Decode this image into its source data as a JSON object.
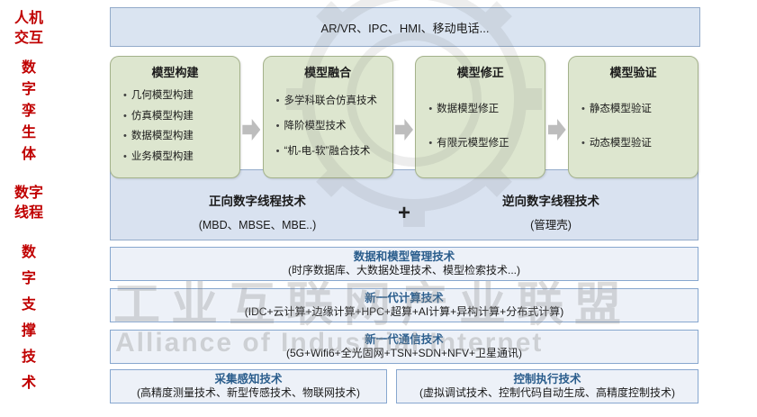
{
  "colors": {
    "side_label_red": "#c00000",
    "green_box_fill": "#dde6cf",
    "green_box_border": "#a4b28b",
    "blue_band_fill": "#d9e2f0",
    "blue_band_border": "#93abca",
    "row_fill": "#edf1f8",
    "row_border": "#87a7cf",
    "row_title_blue": "#2a5d8c",
    "arrow_gray": "#bdbdbd"
  },
  "sidebar": {
    "labels": [
      {
        "lines": [
          "人机",
          "交互"
        ]
      },
      {
        "lines": [
          "数",
          "字",
          "孪",
          "生",
          "体"
        ]
      },
      {
        "lines": [
          "数字",
          "线程"
        ]
      },
      {
        "lines": [
          "数",
          "字",
          "支",
          "撑",
          "技",
          "术"
        ]
      }
    ]
  },
  "top_bar": {
    "text": "AR/VR、IPC、HMI、移动电话..."
  },
  "model_boxes": [
    {
      "title": "模型构建",
      "items": [
        "几何模型构建",
        "仿真模型构建",
        "数据模型构建",
        "业务模型构建"
      ]
    },
    {
      "title": "模型融合",
      "items": [
        "多学科联合仿真技术",
        "降阶模型技术",
        "“机-电-软”融合技术"
      ]
    },
    {
      "title": "模型修正",
      "items": [
        "数据模型修正",
        "有限元模型修正"
      ]
    },
    {
      "title": "模型验证",
      "items": [
        "静态模型验证",
        "动态模型验证"
      ]
    }
  ],
  "thread_section": {
    "forward_title": "正向数字线程技术",
    "forward_sub": "(MBD、MBSE、MBE..)",
    "plus": "+",
    "reverse_title": "逆向数字线程技术",
    "reverse_sub": "(管理壳)"
  },
  "support_rows": [
    {
      "title": "数据和模型管理技术",
      "subtitle": "(时序数据库、大数据处理技术、模型检索技术...)"
    },
    {
      "title": "新一代计算技术",
      "subtitle": "(IDC+云计算+边缘计算+HPC+超算+AI计算+异构计算+分布式计算)"
    },
    {
      "title": "新一代通信技术",
      "subtitle": "(5G+Wifi6+全光固网+TSN+SDN+NFV+卫星通讯)"
    }
  ],
  "bottom_boxes": [
    {
      "title": "采集感知技术",
      "subtitle": "(高精度测量技术、新型传感技术、物联网技术)"
    },
    {
      "title": "控制执行技术",
      "subtitle": "(虚拟调试技术、控制代码自动生成、高精度控制技术)"
    }
  ],
  "watermark": {
    "line1": "工业互联网产业联盟",
    "line2": "Alliance of Industrial Internet"
  }
}
